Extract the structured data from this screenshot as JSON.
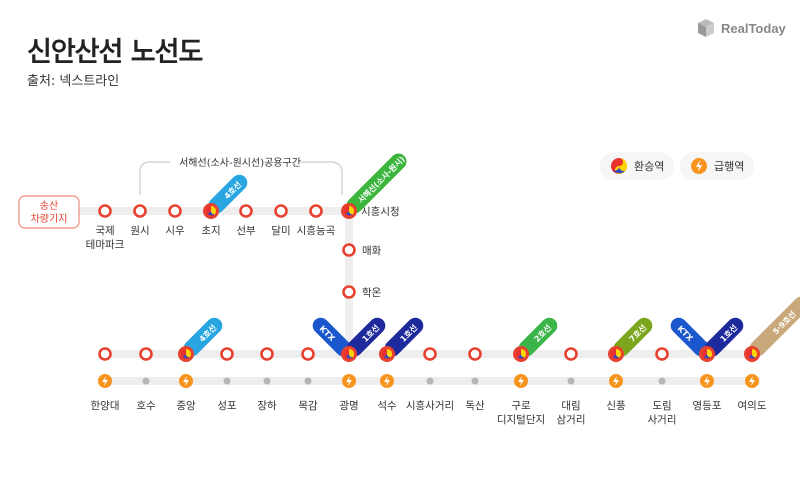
{
  "header": {
    "title": "신안산선 노선도",
    "source": "출처: 넥스트라인",
    "logo": "RealToday"
  },
  "legend": {
    "transfer": "환승역",
    "express": "급행역"
  },
  "colors": {
    "station": "#e8412f",
    "track": "#eeeeee",
    "express": "#f7941d",
    "stop": "#b5b5b5"
  },
  "shared_section": "서해선(소사-원시선)공용구간",
  "depot": [
    "송산",
    "차량기지"
  ],
  "top_line": [
    {
      "name": [
        "국제",
        "테마파크"
      ]
    },
    {
      "name": [
        "원시"
      ]
    },
    {
      "name": [
        "시우"
      ]
    },
    {
      "name": [
        "초지"
      ],
      "transfer": [
        {
          "label": "4호선",
          "color": "#29a6e1"
        }
      ]
    },
    {
      "name": [
        "선부"
      ]
    },
    {
      "name": [
        "달미"
      ]
    },
    {
      "name": [
        "시흥능곡"
      ]
    },
    {
      "name": [
        "시흥시청"
      ],
      "transfer": [
        {
          "label": "서해선(소사-원시)",
          "color": "#3bb53b"
        }
      ]
    }
  ],
  "branch": [
    {
      "name": [
        "매화"
      ]
    },
    {
      "name": [
        "학온"
      ]
    }
  ],
  "main_line": [
    {
      "name": [
        "한양대"
      ],
      "express": true
    },
    {
      "name": [
        "호수"
      ]
    },
    {
      "name": [
        "중앙"
      ],
      "express": true,
      "transfer": [
        {
          "label": "4호선",
          "color": "#29a6e1"
        }
      ]
    },
    {
      "name": [
        "성포"
      ]
    },
    {
      "name": [
        "장하"
      ]
    },
    {
      "name": [
        "목감"
      ]
    },
    {
      "name": [
        "광명"
      ],
      "express": true,
      "transfer": [
        {
          "label": "1호선",
          "color": "#1e2a9c"
        }
      ],
      "transfer_left": {
        "label": "KTX",
        "color": "#1b57cc"
      }
    },
    {
      "name": [
        "석수"
      ],
      "express": true,
      "transfer": [
        {
          "label": "1호선",
          "color": "#1e2a9c"
        }
      ]
    },
    {
      "name": [
        "시흥사거리"
      ]
    },
    {
      "name": [
        "독산"
      ]
    },
    {
      "name": [
        "구로",
        "디지털단지"
      ],
      "express": true,
      "transfer": [
        {
          "label": "2호선",
          "color": "#3bb54a"
        }
      ]
    },
    {
      "name": [
        "대림",
        "삼거리"
      ]
    },
    {
      "name": [
        "신풍"
      ],
      "express": true,
      "transfer": [
        {
          "label": "7호선",
          "color": "#7ca61e"
        }
      ]
    },
    {
      "name": [
        "도림",
        "사거리"
      ]
    },
    {
      "name": [
        "영등포"
      ],
      "express": true,
      "transfer": [
        {
          "label": "1호선",
          "color": "#1e2a9c"
        }
      ],
      "transfer_left": {
        "label": "KTX",
        "color": "#1b57cc"
      }
    },
    {
      "name": [
        "여의도"
      ],
      "express": true,
      "transfer": [
        {
          "label": "5·9호선",
          "color": "#c9a97c"
        }
      ]
    }
  ]
}
